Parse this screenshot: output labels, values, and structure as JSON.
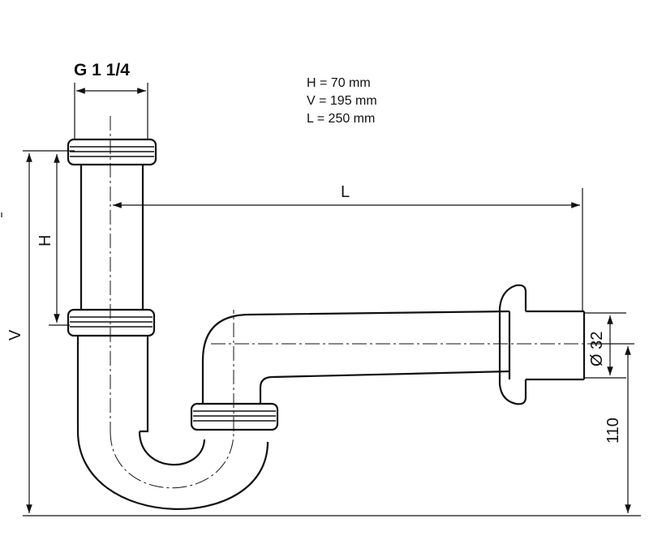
{
  "specs": {
    "h": "H = 70 mm",
    "v": "V = 195 mm",
    "l": "L = 250 mm"
  },
  "dimensions": {
    "thread": "G 1 1/4",
    "h": "H",
    "v": "V",
    "l": "L",
    "diameter": "Ø 32",
    "height_110": "110"
  },
  "colors": {
    "line": "#111111",
    "background": "#ffffff"
  }
}
